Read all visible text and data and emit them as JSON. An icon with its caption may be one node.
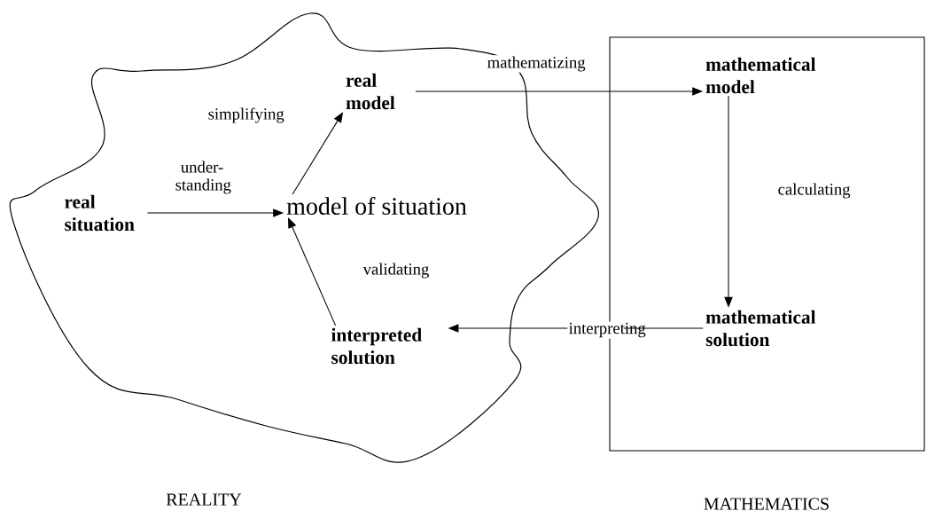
{
  "diagram": {
    "nodes": [
      {
        "text": [
          "REALITY"
        ]
      },
      {
        "text": [
          "real model"
        ],
        "in": 0
      },
      {
        "text": [
          "real situation"
        ],
        "in": 0
      },
      {
        "text": [
          "model of situation"
        ],
        "in": 0
      },
      {
        "text": [
          "interpreted solution"
        ],
        "in": 0
      },
      {
        "text": [
          "MATHEMATICS"
        ]
      },
      {
        "text": [
          "mathematical model"
        ],
        "in": 5
      },
      {
        "text": [
          "mathematical solution"
        ],
        "in": 5
      }
    ],
    "edges": [
      {
        "from": 2,
        "to": 3,
        "arrow": "to",
        "label": "under- standing"
      },
      {
        "from": 3,
        "to": 1,
        "arrow": "to",
        "label": "simplifying"
      },
      {
        "from": 1,
        "to": 6,
        "arrow": "to",
        "label": "mathematizing"
      },
      {
        "from": 6,
        "to": 7,
        "arrow": "to",
        "label": "calculating"
      },
      {
        "from": 7,
        "to": 4,
        "arrow": "to",
        "label": "interpreting"
      },
      {
        "from": 4,
        "to": 3,
        "arrow": "to",
        "label": "validating"
      }
    ]
  }
}
